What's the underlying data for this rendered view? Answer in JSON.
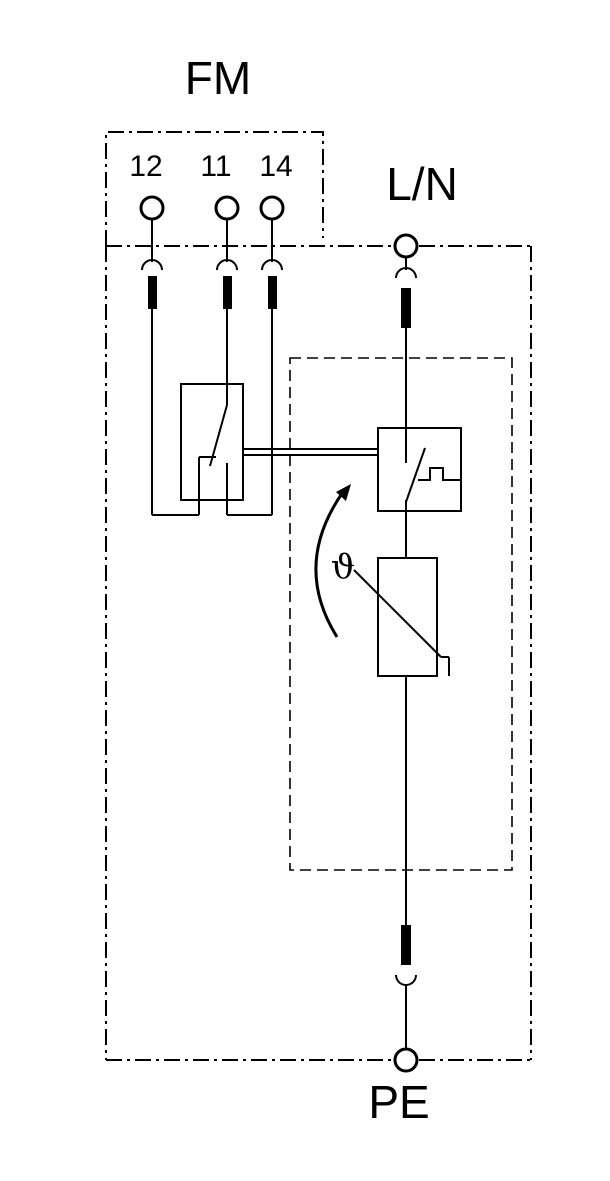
{
  "labels": {
    "fm": "FM",
    "ln": "L/N",
    "pe": "PE",
    "theta": "ϑ",
    "terminal_12": "12",
    "terminal_11": "11",
    "terminal_14": "14"
  },
  "colors": {
    "line": "#000000",
    "background": "#ffffff"
  }
}
